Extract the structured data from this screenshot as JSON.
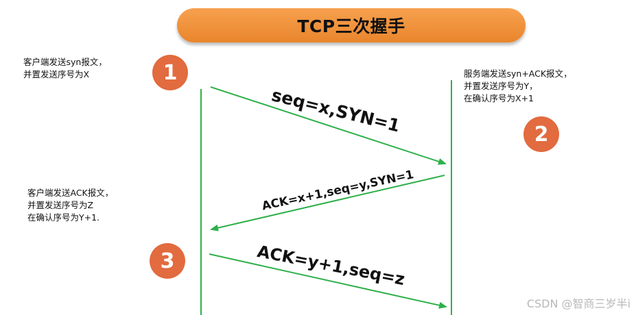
{
  "title": "TCP三次握手",
  "steps": [
    {
      "badge": "1",
      "notes": [
        "客户端发送syn报文，",
        "并置发送序号为X"
      ]
    },
    {
      "badge": "2",
      "notes": [
        "服务端发送syn+ACK报文，",
        "并置发送序号为Y，",
        "在确认序号为X+1"
      ]
    },
    {
      "badge": "3",
      "notes": [
        "客户端发送ACK报文，",
        "并置发送序号为Z",
        "在确认序号为Y+1."
      ]
    }
  ],
  "messages": [
    {
      "label": "seq=x,SYN=1"
    },
    {
      "label": "ACK=x+1,seq=y,SYN=1"
    },
    {
      "label": "ACK=y+1,seq=z"
    }
  ],
  "watermark": "CSDN @智商三岁半i",
  "colors": {
    "title_bg": "#ee8f3c",
    "badge": "#e26b3f",
    "line": "#2db04a"
  }
}
